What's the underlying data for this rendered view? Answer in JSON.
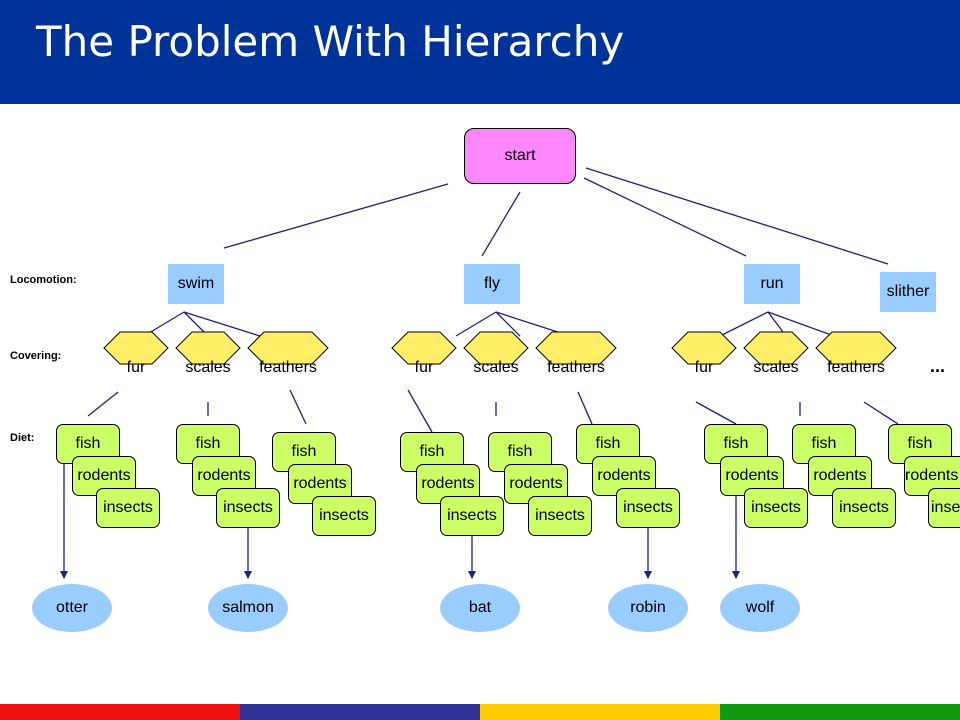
{
  "title": "The Problem With Hierarchy",
  "row_labels": {
    "locomotion": "Locomotion:",
    "covering": "Covering:",
    "diet": "Diet:"
  },
  "root": "start",
  "locomotion": [
    "swim",
    "fly",
    "run",
    "slither"
  ],
  "coverings": [
    "fur",
    "scales",
    "feathers"
  ],
  "diets": [
    "fish",
    "rodents",
    "insects"
  ],
  "ellipsis": "...",
  "animals": [
    "otter",
    "salmon",
    "bat",
    "robin",
    "wolf"
  ],
  "colors": {
    "header": "#003399",
    "start": "#ff88ff",
    "locomotion": "#99ccff",
    "covering": "#ffee66",
    "diet": "#ccff66",
    "animal": "#99ccff",
    "connector": "#1a237e",
    "footer": [
      "#ee1111",
      "#333399",
      "#ffcc00",
      "#119911"
    ]
  }
}
